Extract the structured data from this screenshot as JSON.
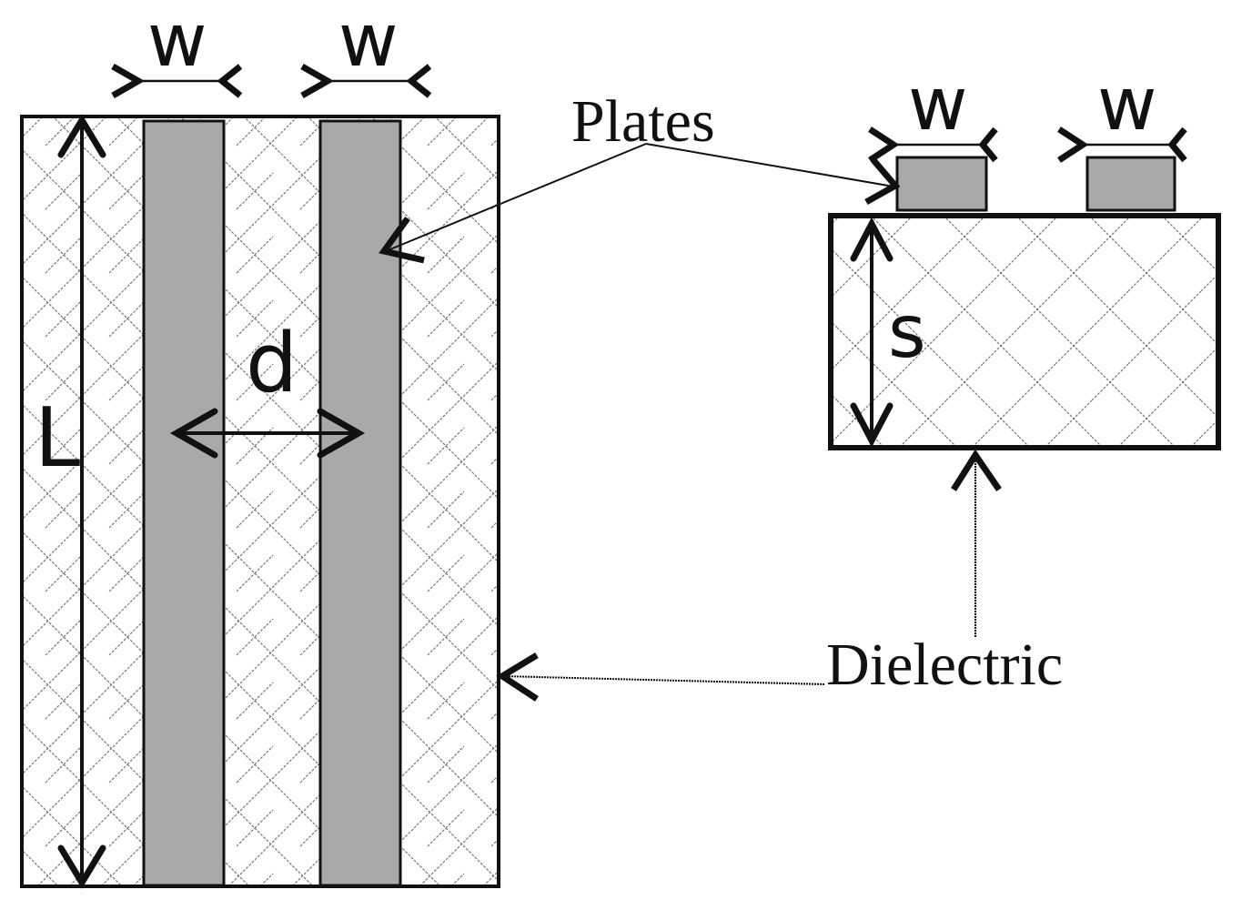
{
  "labels": {
    "top_w1": "w",
    "top_w2": "w",
    "side_w1": "w",
    "side_w2": "w",
    "length": "L",
    "gap": "d",
    "thickness": "s",
    "plates": "Plates",
    "dielectric": "Dielectric"
  },
  "colors": {
    "plate_fill": "#a9a9a9",
    "stroke": "#111111",
    "hatch": "#777777",
    "background": "#ffffff"
  }
}
